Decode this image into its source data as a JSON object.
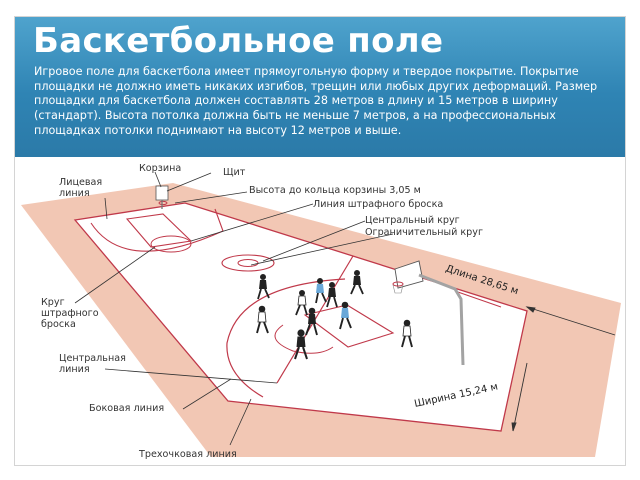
{
  "slide": {
    "title": "Баскетбольное поле",
    "description": "Игровое поле для баскетбола имеет прямоугольную форму и твердое покрытие. Покрытие площадки не должно иметь никаких изгибов, трещин или любых других деформаций. Размер площадки для баскетбола должен составлять 28 метров в длину и 15 метров в ширину (стандарт). Высота потолка должна быть не меньше 7 метров, а на профессиональных площадках потолки поднимают на высоту 12 метров и выше."
  },
  "diagram": {
    "labels": {
      "baseline_1": "Лицевая",
      "baseline_2": "линия",
      "basket": "Корзина",
      "backboard": "Щит",
      "rim_height": "Высота до кольца корзины 3,05 м",
      "free_throw_line": "Линия штрафного броска",
      "center_circle": "Центральный круг",
      "restraining_circle": "Ограничительный круг",
      "length": "Длина 28,65 м",
      "ft_circle_1": "Круг",
      "ft_circle_2": "штрафного",
      "ft_circle_3": "броска",
      "center_line_1": "Центральная",
      "center_line_2": "линия",
      "sideline": "Боковая линия",
      "width": "Ширина 15,24 м",
      "three_point_line": "Трехочковая линия"
    }
  },
  "colors": {
    "header": "#3a8fbf",
    "surround": "#f2c7b4",
    "court": "#ffffff",
    "lines": "#c0394a"
  }
}
